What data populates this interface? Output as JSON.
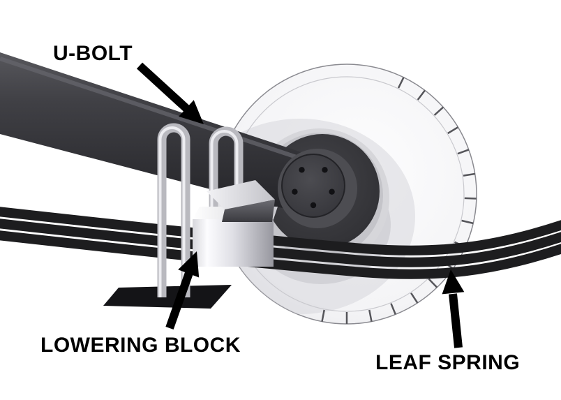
{
  "diagram": {
    "labels": {
      "u_bolt": "U-BOLT",
      "lowering_block": "LOWERING BLOCK",
      "leaf_spring": "LEAF SPRING"
    },
    "colors": {
      "background": "#ffffff",
      "label_ink": "#000000",
      "arrow": "#000000",
      "axle_tube": "#3c3c40",
      "leaf_spring": "#1d1d1f",
      "u_bolt_metal": "#c2c2c8",
      "lowering_block_metal": "#e8e8ec",
      "mounting_plate": "#141417",
      "rotor_face": "#f4f4f6",
      "hub": "#2c2c30"
    }
  }
}
